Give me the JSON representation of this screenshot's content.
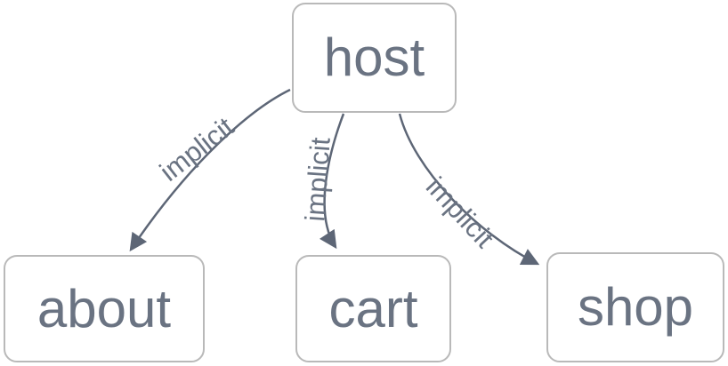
{
  "diagram": {
    "type": "flowchart",
    "nodes": [
      {
        "id": "host",
        "label": "host"
      },
      {
        "id": "about",
        "label": "about"
      },
      {
        "id": "cart",
        "label": "cart"
      },
      {
        "id": "shop",
        "label": "shop"
      }
    ],
    "edges": [
      {
        "from": "host",
        "to": "about",
        "label": "implicit"
      },
      {
        "from": "host",
        "to": "cart",
        "label": "implicit"
      },
      {
        "from": "host",
        "to": "shop",
        "label": "implicit"
      }
    ],
    "colors": {
      "node_fill": "#ffffff",
      "node_border": "#b9b9b9",
      "node_text": "#6a7382",
      "edge_stroke": "#5d6676",
      "edge_label_text": "#6a7382",
      "background": "#ffffff"
    }
  }
}
